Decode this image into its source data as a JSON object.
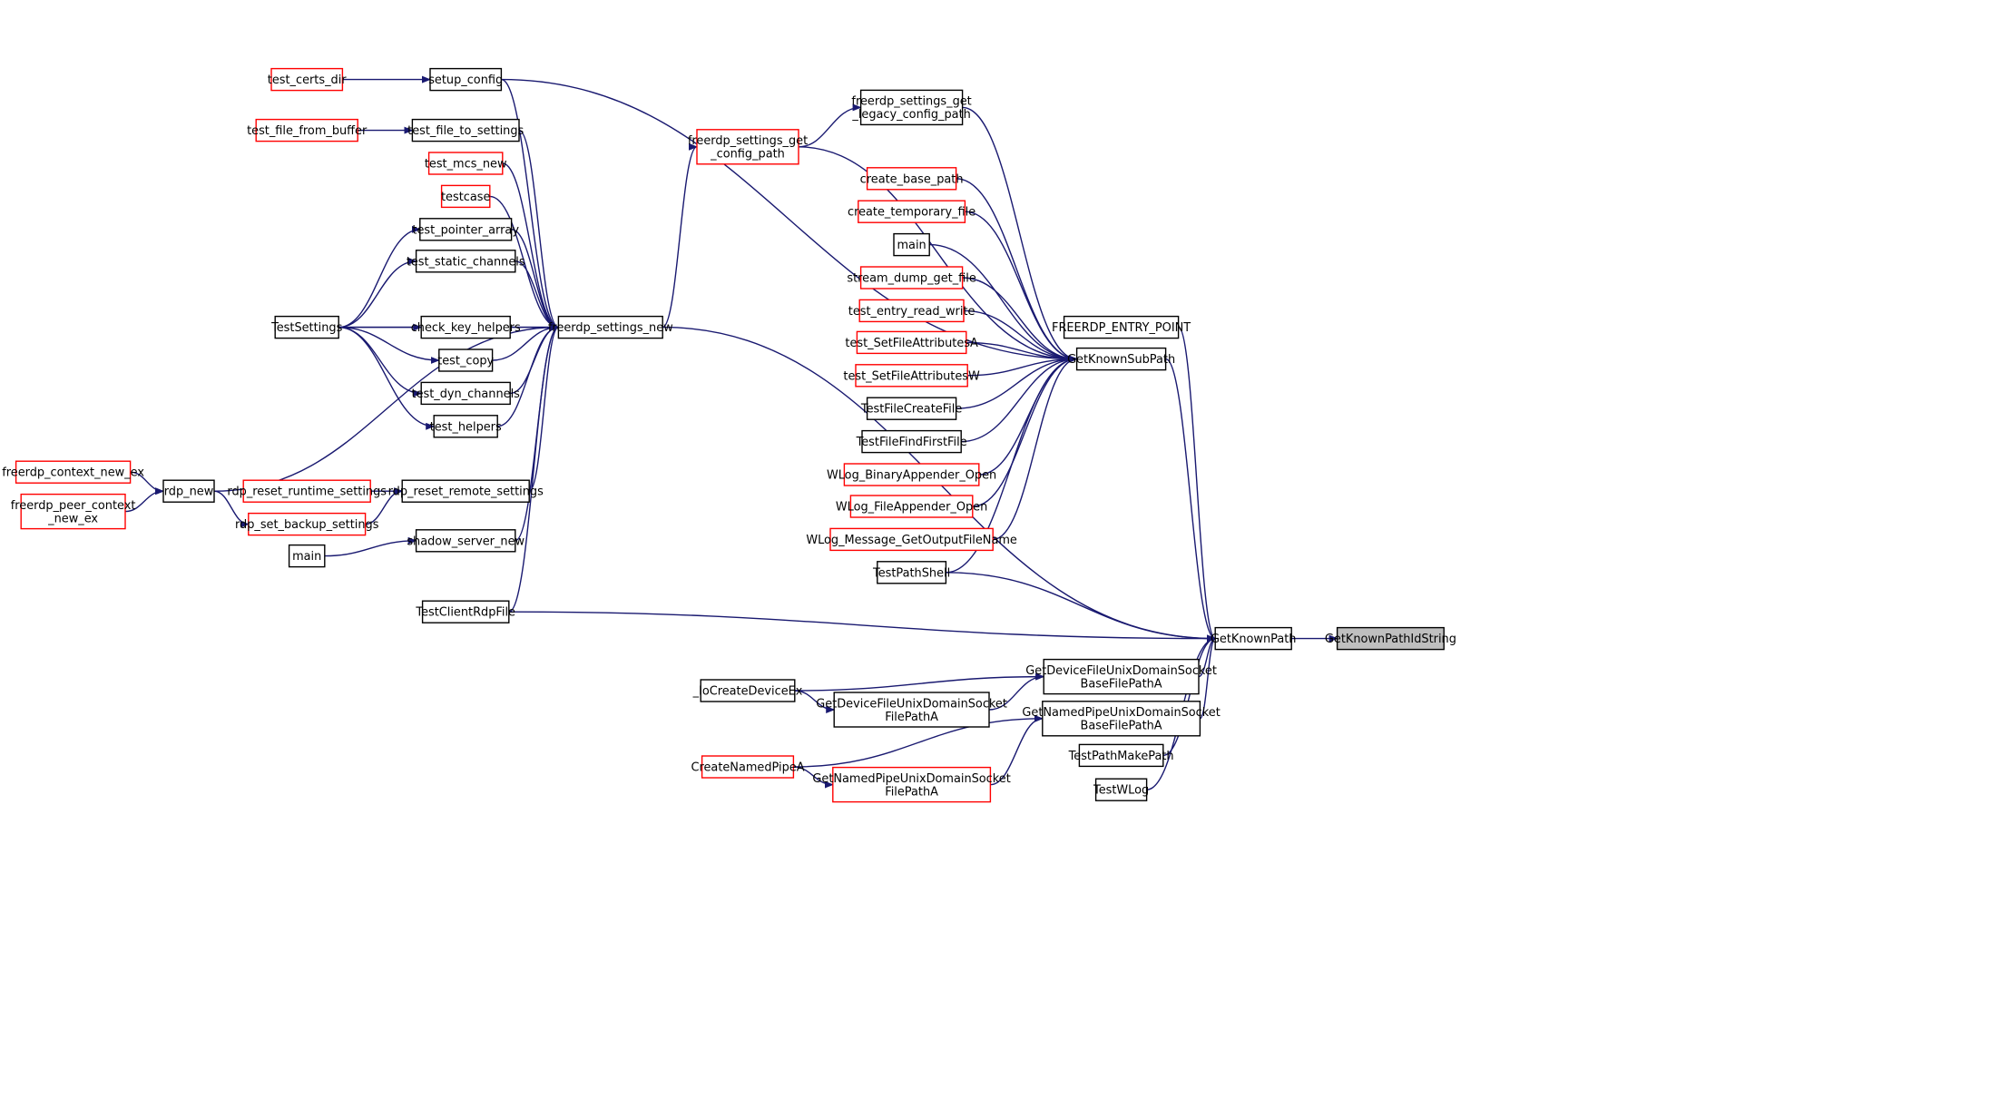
{
  "colors": {
    "edge": "#191970",
    "border_red": "#ff0000",
    "border_black": "#000000",
    "highlight_fill": "#bfbfbf"
  },
  "nodes": {
    "setup_config": {
      "lines": [
        "setup_config"
      ],
      "border": "black"
    },
    "test_certs_dir": {
      "lines": [
        "test_certs_dir"
      ],
      "border": "red"
    },
    "test_file_to_settings": {
      "lines": [
        "test_file_to_settings"
      ],
      "border": "black"
    },
    "test_file_from_buffer": {
      "lines": [
        "test_file_from_buffer"
      ],
      "border": "red"
    },
    "test_mcs_new": {
      "lines": [
        "test_mcs_new"
      ],
      "border": "red"
    },
    "testcase": {
      "lines": [
        "testcase"
      ],
      "border": "red"
    },
    "test_pointer_array": {
      "lines": [
        "test_pointer_array"
      ],
      "border": "black"
    },
    "test_static_channels": {
      "lines": [
        "test_static_channels"
      ],
      "border": "black"
    },
    "TestSettings": {
      "lines": [
        "TestSettings"
      ],
      "border": "black"
    },
    "check_key_helpers": {
      "lines": [
        "check_key_helpers"
      ],
      "border": "black"
    },
    "test_copy": {
      "lines": [
        "test_copy"
      ],
      "border": "black"
    },
    "test_dyn_channels": {
      "lines": [
        "test_dyn_channels"
      ],
      "border": "black"
    },
    "test_helpers": {
      "lines": [
        "test_helpers"
      ],
      "border": "black"
    },
    "freerdp_context_new_ex": {
      "lines": [
        "freerdp_context_new_ex"
      ],
      "border": "red"
    },
    "freerdp_peer_context_new_ex": {
      "lines": [
        "freerdp_peer_context",
        "_new_ex"
      ],
      "border": "red"
    },
    "rdp_new": {
      "lines": [
        "rdp_new"
      ],
      "border": "black"
    },
    "rdp_reset_runtime_settings": {
      "lines": [
        "rdp_reset_runtime_settings"
      ],
      "border": "red"
    },
    "rdp_reset_remote_settings": {
      "lines": [
        "rdp_reset_remote_settings"
      ],
      "border": "black"
    },
    "rdp_set_backup_settings": {
      "lines": [
        "rdp_set_backup_settings"
      ],
      "border": "red"
    },
    "shadow_server_new": {
      "lines": [
        "shadow_server_new"
      ],
      "border": "black"
    },
    "main_left": {
      "lines": [
        "main"
      ],
      "border": "black"
    },
    "TestClientRdpFile": {
      "lines": [
        "TestClientRdpFile"
      ],
      "border": "black"
    },
    "freerdp_settings_new": {
      "lines": [
        "freerdp_settings_new"
      ],
      "border": "black"
    },
    "freerdp_settings_get_config_path": {
      "lines": [
        "freerdp_settings_get",
        "_config_path"
      ],
      "border": "red"
    },
    "freerdp_settings_get_legacy_config_path": {
      "lines": [
        "freerdp_settings_get",
        "_legacy_config_path"
      ],
      "border": "black"
    },
    "create_base_path": {
      "lines": [
        "create_base_path"
      ],
      "border": "red"
    },
    "create_temporary_file": {
      "lines": [
        "create_temporary_file"
      ],
      "border": "red"
    },
    "main_mid": {
      "lines": [
        "main"
      ],
      "border": "black"
    },
    "stream_dump_get_file": {
      "lines": [
        "stream_dump_get_file"
      ],
      "border": "red"
    },
    "test_entry_read_write": {
      "lines": [
        "test_entry_read_write"
      ],
      "border": "red"
    },
    "test_SetFileAttributesA": {
      "lines": [
        "test_SetFileAttributesA"
      ],
      "border": "red"
    },
    "test_SetFileAttributesW": {
      "lines": [
        "test_SetFileAttributesW"
      ],
      "border": "red"
    },
    "TestFileCreateFile": {
      "lines": [
        "TestFileCreateFile"
      ],
      "border": "black"
    },
    "TestFileFindFirstFile": {
      "lines": [
        "TestFileFindFirstFile"
      ],
      "border": "black"
    },
    "WLog_BinaryAppender_Open": {
      "lines": [
        "WLog_BinaryAppender_Open"
      ],
      "border": "red"
    },
    "WLog_FileAppender_Open": {
      "lines": [
        "WLog_FileAppender_Open"
      ],
      "border": "red"
    },
    "WLog_Message_GetOutputFileName": {
      "lines": [
        "WLog_Message_GetOutputFileName"
      ],
      "border": "red"
    },
    "TestPathShell": {
      "lines": [
        "TestPathShell"
      ],
      "border": "black"
    },
    "FREERDP_ENTRY_POINT": {
      "lines": [
        "FREERDP_ENTRY_POINT"
      ],
      "border": "black"
    },
    "GetKnownSubPath": {
      "lines": [
        "GetKnownSubPath"
      ],
      "border": "black"
    },
    "GetKnownPath": {
      "lines": [
        "GetKnownPath"
      ],
      "border": "black"
    },
    "GetKnownPathIdString": {
      "lines": [
        "GetKnownPathIdString"
      ],
      "border": "black",
      "highlight": true
    },
    "IoCreateDeviceEx": {
      "lines": [
        "_IoCreateDeviceEx"
      ],
      "border": "black"
    },
    "GetDeviceFileUnixDomainSocketBaseFilePathA": {
      "lines": [
        "GetDeviceFileUnixDomainSocket",
        "BaseFilePathA"
      ],
      "border": "black"
    },
    "GetDeviceFileUnixDomainSocketFilePathA": {
      "lines": [
        "GetDeviceFileUnixDomainSocket",
        "FilePathA"
      ],
      "border": "black"
    },
    "GetNamedPipeUnixDomainSocketBaseFilePathA": {
      "lines": [
        "GetNamedPipeUnixDomainSocket",
        "BaseFilePathA"
      ],
      "border": "black"
    },
    "CreateNamedPipeA": {
      "lines": [
        "CreateNamedPipeA"
      ],
      "border": "red"
    },
    "GetNamedPipeUnixDomainSocketFilePathA": {
      "lines": [
        "GetNamedPipeUnixDomainSocket",
        "FilePathA"
      ],
      "border": "red"
    },
    "TestPathMakePath": {
      "lines": [
        "TestPathMakePath"
      ],
      "border": "black"
    },
    "TestWLog": {
      "lines": [
        "TestWLog"
      ],
      "border": "black"
    }
  },
  "edges": [
    [
      "test_certs_dir",
      "setup_config"
    ],
    [
      "test_file_from_buffer",
      "test_file_to_settings"
    ],
    [
      "setup_config",
      "freerdp_settings_new"
    ],
    [
      "setup_config",
      "GetKnownSubPath"
    ],
    [
      "test_file_to_settings",
      "freerdp_settings_new"
    ],
    [
      "test_mcs_new",
      "freerdp_settings_new"
    ],
    [
      "testcase",
      "freerdp_settings_new"
    ],
    [
      "test_pointer_array",
      "freerdp_settings_new"
    ],
    [
      "test_static_channels",
      "freerdp_settings_new"
    ],
    [
      "TestSettings",
      "test_pointer_array"
    ],
    [
      "TestSettings",
      "test_static_channels"
    ],
    [
      "TestSettings",
      "freerdp_settings_new"
    ],
    [
      "TestSettings",
      "check_key_helpers"
    ],
    [
      "TestSettings",
      "test_copy"
    ],
    [
      "TestSettings",
      "test_dyn_channels"
    ],
    [
      "TestSettings",
      "test_helpers"
    ],
    [
      "check_key_helpers",
      "freerdp_settings_new"
    ],
    [
      "test_copy",
      "freerdp_settings_new"
    ],
    [
      "test_dyn_channels",
      "freerdp_settings_new"
    ],
    [
      "test_helpers",
      "freerdp_settings_new"
    ],
    [
      "freerdp_context_new_ex",
      "rdp_new"
    ],
    [
      "freerdp_peer_context_new_ex",
      "rdp_new"
    ],
    [
      "rdp_new",
      "freerdp_settings_new"
    ],
    [
      "rdp_new",
      "rdp_set_backup_settings"
    ],
    [
      "rdp_reset_runtime_settings",
      "rdp_reset_remote_settings"
    ],
    [
      "rdp_set_backup_settings",
      "rdp_reset_remote_settings"
    ],
    [
      "rdp_reset_remote_settings",
      "freerdp_settings_new"
    ],
    [
      "shadow_server_new",
      "freerdp_settings_new"
    ],
    [
      "main_left",
      "shadow_server_new"
    ],
    [
      "TestClientRdpFile",
      "freerdp_settings_new"
    ],
    [
      "TestClientRdpFile",
      "GetKnownPath"
    ],
    [
      "freerdp_settings_new",
      "freerdp_settings_get_config_path"
    ],
    [
      "freerdp_settings_new",
      "GetKnownPath"
    ],
    [
      "freerdp_settings_get_config_path",
      "freerdp_settings_get_legacy_config_path"
    ],
    [
      "freerdp_settings_get_config_path",
      "GetKnownSubPath"
    ],
    [
      "freerdp_settings_get_legacy_config_path",
      "GetKnownSubPath"
    ],
    [
      "create_base_path",
      "GetKnownSubPath"
    ],
    [
      "create_temporary_file",
      "GetKnownSubPath"
    ],
    [
      "main_mid",
      "GetKnownSubPath"
    ],
    [
      "stream_dump_get_file",
      "GetKnownSubPath"
    ],
    [
      "test_entry_read_write",
      "GetKnownSubPath"
    ],
    [
      "test_SetFileAttributesA",
      "GetKnownSubPath"
    ],
    [
      "test_SetFileAttributesW",
      "GetKnownSubPath"
    ],
    [
      "TestFileCreateFile",
      "GetKnownSubPath"
    ],
    [
      "TestFileFindFirstFile",
      "GetKnownSubPath"
    ],
    [
      "WLog_BinaryAppender_Open",
      "GetKnownSubPath"
    ],
    [
      "WLog_FileAppender_Open",
      "GetKnownSubPath"
    ],
    [
      "WLog_Message_GetOutputFileName",
      "GetKnownSubPath"
    ],
    [
      "TestPathShell",
      "GetKnownSubPath"
    ],
    [
      "TestPathShell",
      "GetKnownPath"
    ],
    [
      "FREERDP_ENTRY_POINT",
      "GetKnownPath"
    ],
    [
      "GetKnownSubPath",
      "GetKnownPath"
    ],
    [
      "GetKnownPath",
      "GetKnownPathIdString"
    ],
    [
      "IoCreateDeviceEx",
      "GetDeviceFileUnixDomainSocketBaseFilePathA"
    ],
    [
      "IoCreateDeviceEx",
      "GetDeviceFileUnixDomainSocketFilePathA"
    ],
    [
      "GetDeviceFileUnixDomainSocketFilePathA",
      "GetDeviceFileUnixDomainSocketBaseFilePathA"
    ],
    [
      "GetDeviceFileUnixDomainSocketBaseFilePathA",
      "GetKnownPath"
    ],
    [
      "CreateNamedPipeA",
      "GetNamedPipeUnixDomainSocketBaseFilePathA"
    ],
    [
      "CreateNamedPipeA",
      "GetNamedPipeUnixDomainSocketFilePathA"
    ],
    [
      "GetNamedPipeUnixDomainSocketFilePathA",
      "GetNamedPipeUnixDomainSocketBaseFilePathA"
    ],
    [
      "GetNamedPipeUnixDomainSocketBaseFilePathA",
      "GetKnownPath"
    ],
    [
      "TestPathMakePath",
      "GetKnownPath"
    ],
    [
      "TestWLog",
      "GetKnownPath"
    ]
  ]
}
